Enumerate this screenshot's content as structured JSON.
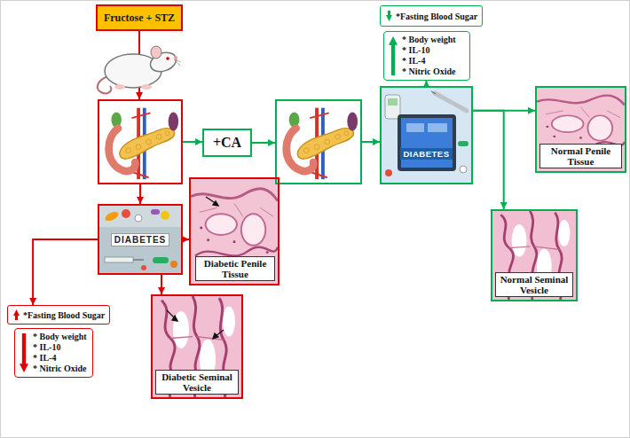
{
  "diagram": {
    "nodes": [
      {
        "text": [
          "Fructose + STZ"
        ]
      },
      {
        "text": []
      },
      {
        "text": [
          "+CA"
        ]
      },
      {
        "text": []
      },
      {
        "text": [
          "DIABETES"
        ]
      },
      {
        "text": [
          "*Fasting Blood Sugar"
        ]
      },
      {
        "text": [
          "* Body weight",
          "* IL-10",
          "* IL-4",
          "* Nitric Oxide"
        ]
      },
      {
        "text": [
          "Normal Penile Tissue"
        ]
      },
      {
        "text": [
          "Normal Seminal Vesicle"
        ]
      },
      {
        "text": [
          "DIABETES"
        ]
      },
      {
        "text": [
          "Diabetic Penile Tissue"
        ]
      },
      {
        "text": [
          "Diabetic Seminal Vesicle"
        ]
      },
      {
        "text": [
          "*Fasting Blood Sugar"
        ]
      },
      {
        "text": [
          "* Body weight",
          "* IL-10",
          "* IL-4",
          "* Nitric Oxide"
        ]
      }
    ],
    "edges": [
      {
        "from": 0,
        "to": 1,
        "arrow": "to"
      },
      {
        "from": 1,
        "to": 2,
        "arrow": "to"
      },
      {
        "from": 2,
        "to": 3,
        "arrow": "to"
      },
      {
        "from": 3,
        "to": 4,
        "arrow": "to"
      },
      {
        "from": 4,
        "to": 6,
        "arrow": "to"
      },
      {
        "from": 4,
        "to": 7,
        "arrow": "to"
      },
      {
        "from": 4,
        "to": 8,
        "arrow": "to"
      },
      {
        "from": 1,
        "to": 9,
        "arrow": "to"
      },
      {
        "from": 9,
        "to": 10,
        "arrow": "to"
      },
      {
        "from": 9,
        "to": 11,
        "arrow": "to"
      },
      {
        "from": 9,
        "to": 12,
        "arrow": "to"
      }
    ]
  }
}
